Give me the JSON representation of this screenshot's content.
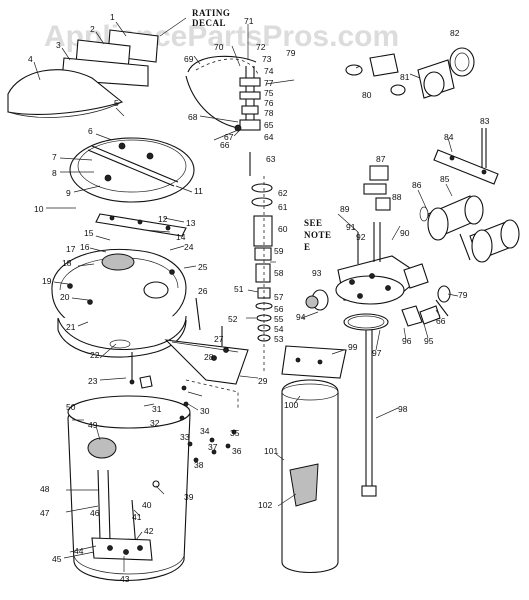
{
  "watermark": "AppliancePartsPros.com",
  "rating_decal": [
    "RATING",
    "DECAL"
  ],
  "see_note": [
    "SEE",
    "NOTE",
    "E"
  ],
  "part_numbers": [
    "1",
    "2",
    "3",
    "4",
    "5",
    "6",
    "7",
    "8",
    "9",
    "10",
    "11",
    "12",
    "13",
    "14",
    "15",
    "16",
    "17",
    "18",
    "19",
    "20",
    "21",
    "22",
    "23",
    "24",
    "25",
    "26",
    "27",
    "28",
    "29",
    "30",
    "31",
    "32",
    "33",
    "34",
    "35",
    "36",
    "37",
    "38",
    "39",
    "40",
    "41",
    "42",
    "43",
    "44",
    "45",
    "46",
    "47",
    "48",
    "49",
    "50",
    "51",
    "52",
    "53",
    "54",
    "55",
    "56",
    "57",
    "58",
    "59",
    "60",
    "61",
    "62",
    "63",
    "64",
    "65",
    "66",
    "67",
    "68",
    "69",
    "70",
    "71",
    "72",
    "73",
    "74",
    "75",
    "76",
    "77",
    "78",
    "79",
    "80",
    "81",
    "82",
    "83",
    "84",
    "85",
    "86",
    "87",
    "88",
    "89",
    "90",
    "91",
    "92",
    "93",
    "94",
    "95",
    "96",
    "97",
    "98",
    "99",
    "100",
    "101",
    "102"
  ]
}
